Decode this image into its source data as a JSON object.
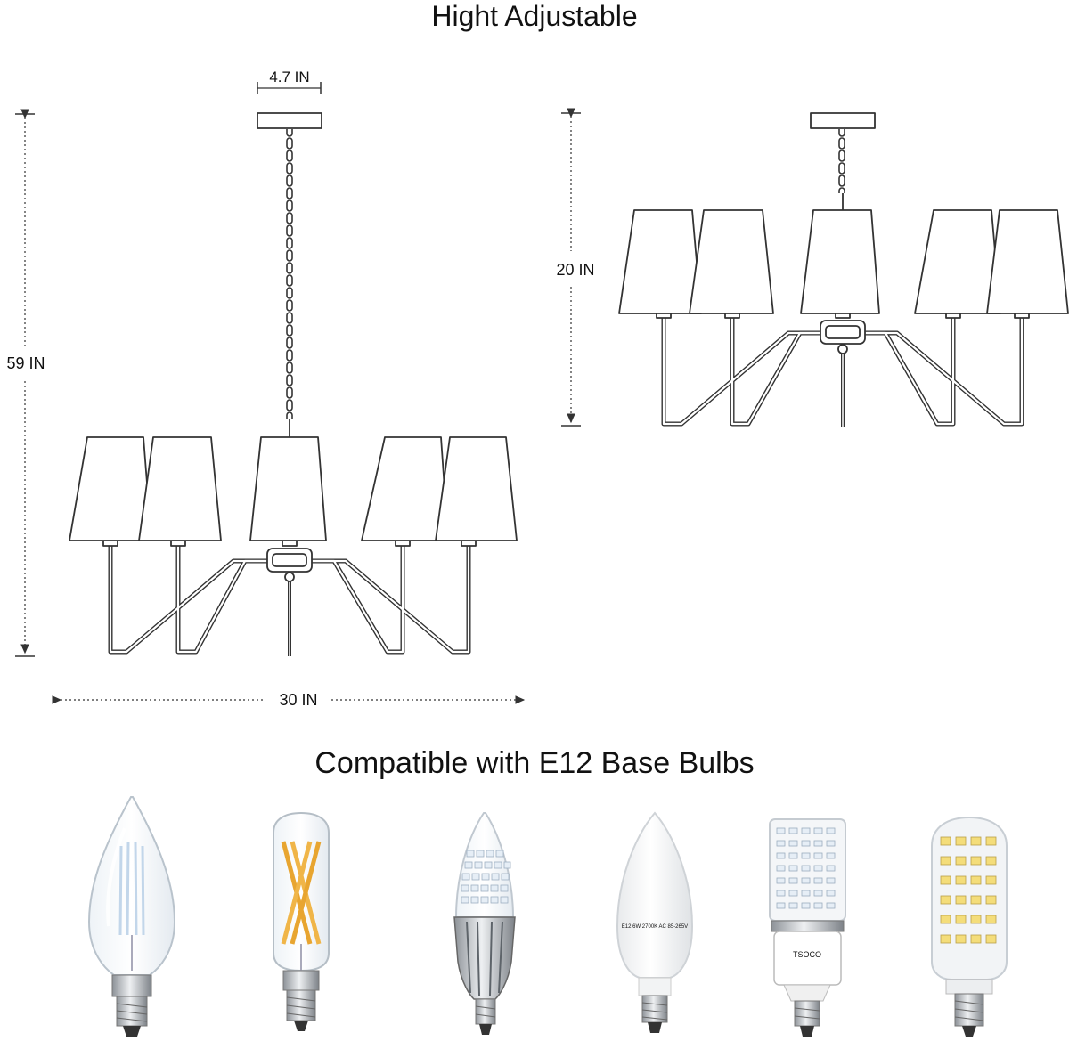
{
  "headings": {
    "top": "Hight Adjustable",
    "bottom": "Compatible with E12 Base Bulbs"
  },
  "dimensions": {
    "canopy_width": "4.7 IN",
    "max_height": "59 IN",
    "min_height": "20 IN",
    "width": "30 IN"
  },
  "figures": {
    "extended": "chandelier-extended",
    "compact": "chandelier-compact"
  },
  "bulbs": [
    {
      "icon": "filament-candle-bulb-icon"
    },
    {
      "icon": "amber-tubular-filament-bulb-icon"
    },
    {
      "icon": "led-candle-bulb-silver-base-icon"
    },
    {
      "icon": "frosted-candle-bulb-icon",
      "print": "E12 6W 2700K AC 85-265V"
    },
    {
      "icon": "corn-led-bulb-icon",
      "print": "TSOCO"
    },
    {
      "icon": "mini-led-capsule-bulb-icon"
    }
  ],
  "colors": {
    "line": "#333333",
    "amber": "#e8a530",
    "led": "#e6eef6",
    "silver": "#b8bcc2"
  }
}
